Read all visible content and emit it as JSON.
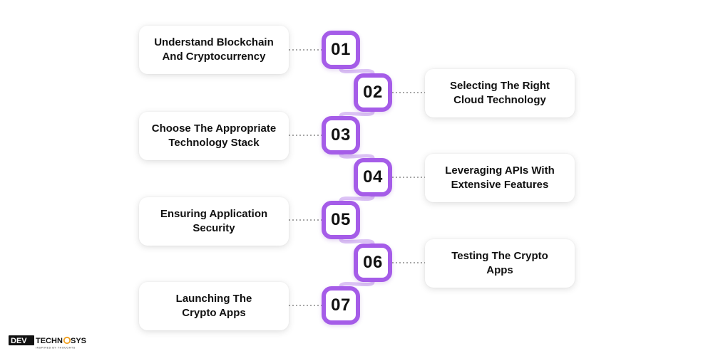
{
  "diagram": {
    "accent_color": "#a55ce8",
    "connector_color": "#dcc3f5",
    "dotted_line_color": "#8a8a8a",
    "steps": [
      {
        "number": "01",
        "text": "Understand Blockchain\nAnd Cryptocurrency",
        "side": "left"
      },
      {
        "number": "02",
        "text": "Selecting The Right\nCloud Technology",
        "side": "right"
      },
      {
        "number": "03",
        "text": "Choose The Appropriate\nTechnology Stack",
        "side": "left"
      },
      {
        "number": "04",
        "text": "Leveraging APIs With\nExtensive Features",
        "side": "right"
      },
      {
        "number": "05",
        "text": "Ensuring Application\nSecurity",
        "side": "left"
      },
      {
        "number": "06",
        "text": "Testing The Crypto\nApps",
        "side": "right"
      },
      {
        "number": "07",
        "text": "Launching The\nCrypto Apps",
        "side": "left"
      }
    ]
  },
  "logo": {
    "name": "DEVTECHNOSYS",
    "tagline": "INSPIRED BY THOUGHTS"
  }
}
